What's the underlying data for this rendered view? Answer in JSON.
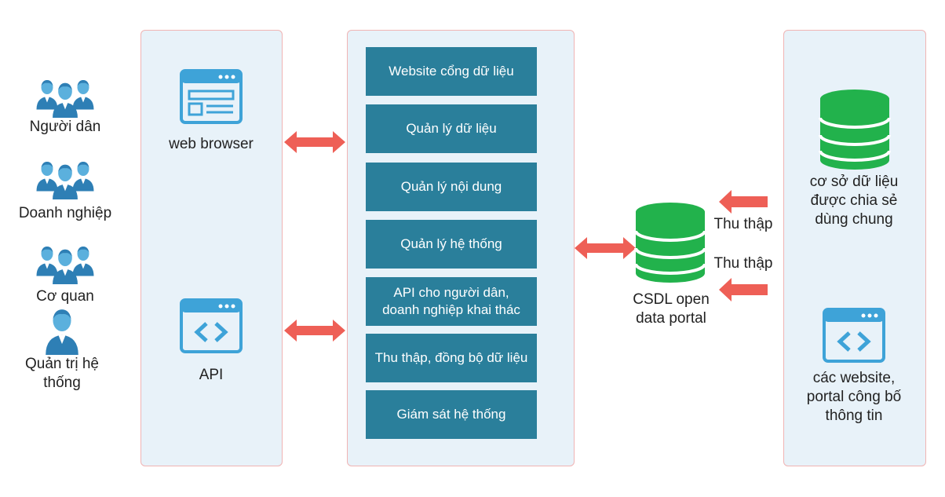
{
  "actors": [
    {
      "label": "Người dân",
      "icon": "group-users-icon"
    },
    {
      "label": "Doanh nghiệp",
      "icon": "group-users-icon"
    },
    {
      "label": "Cơ quan",
      "icon": "group-users-icon"
    },
    {
      "label": "Quản trị hệ thống",
      "icon": "admin-user-icon"
    }
  ],
  "access": {
    "web_browser": "web browser",
    "api": "API"
  },
  "modules": [
    "Website cổng dữ liệu",
    "Quản lý dữ liệu",
    "Quản lý nội dung",
    "Quản lý hệ thống",
    "API cho người dân, doanh nghiệp khai thác",
    "Thu thập, đồng bộ dữ liệu",
    "Giám sát hệ thống"
  ],
  "portal_db": {
    "label": "CSDL open data portal"
  },
  "collect_labels": [
    "Thu thập",
    "Thu thập"
  ],
  "sources": {
    "shared_db": "cơ sở dữ liệu được chia sẻ dùng chung",
    "websites": "các website, portal công bố thông tin"
  },
  "colors": {
    "panel_bg": "#e8f2f9",
    "panel_border": "#f0b4b4",
    "module_bg": "#2a7f9b",
    "arrow": "#ee5f56",
    "db_green": "#22b24c",
    "icon_blue": "#3ea3d8"
  }
}
